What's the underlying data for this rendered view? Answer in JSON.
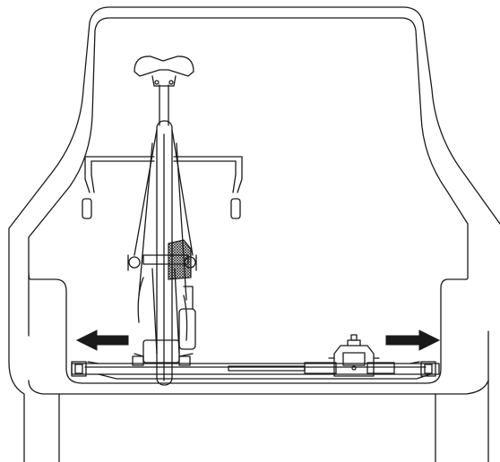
{
  "diagram": {
    "arrows": [
      {
        "name": "left-arrow",
        "direction": "left"
      },
      {
        "name": "right-arrow",
        "direction": "right"
      }
    ],
    "components": [
      "vehicle-trunk-outline",
      "bicycle-front-view",
      "saddle",
      "handlebar",
      "rear-cassette",
      "rail-track",
      "wheel-mount",
      "left-rail-clamp",
      "right-rail-clamp"
    ],
    "colors": {
      "line": "#1a1a1a",
      "arrow_fill": "#1a1a1a",
      "background": "#ffffff"
    }
  }
}
